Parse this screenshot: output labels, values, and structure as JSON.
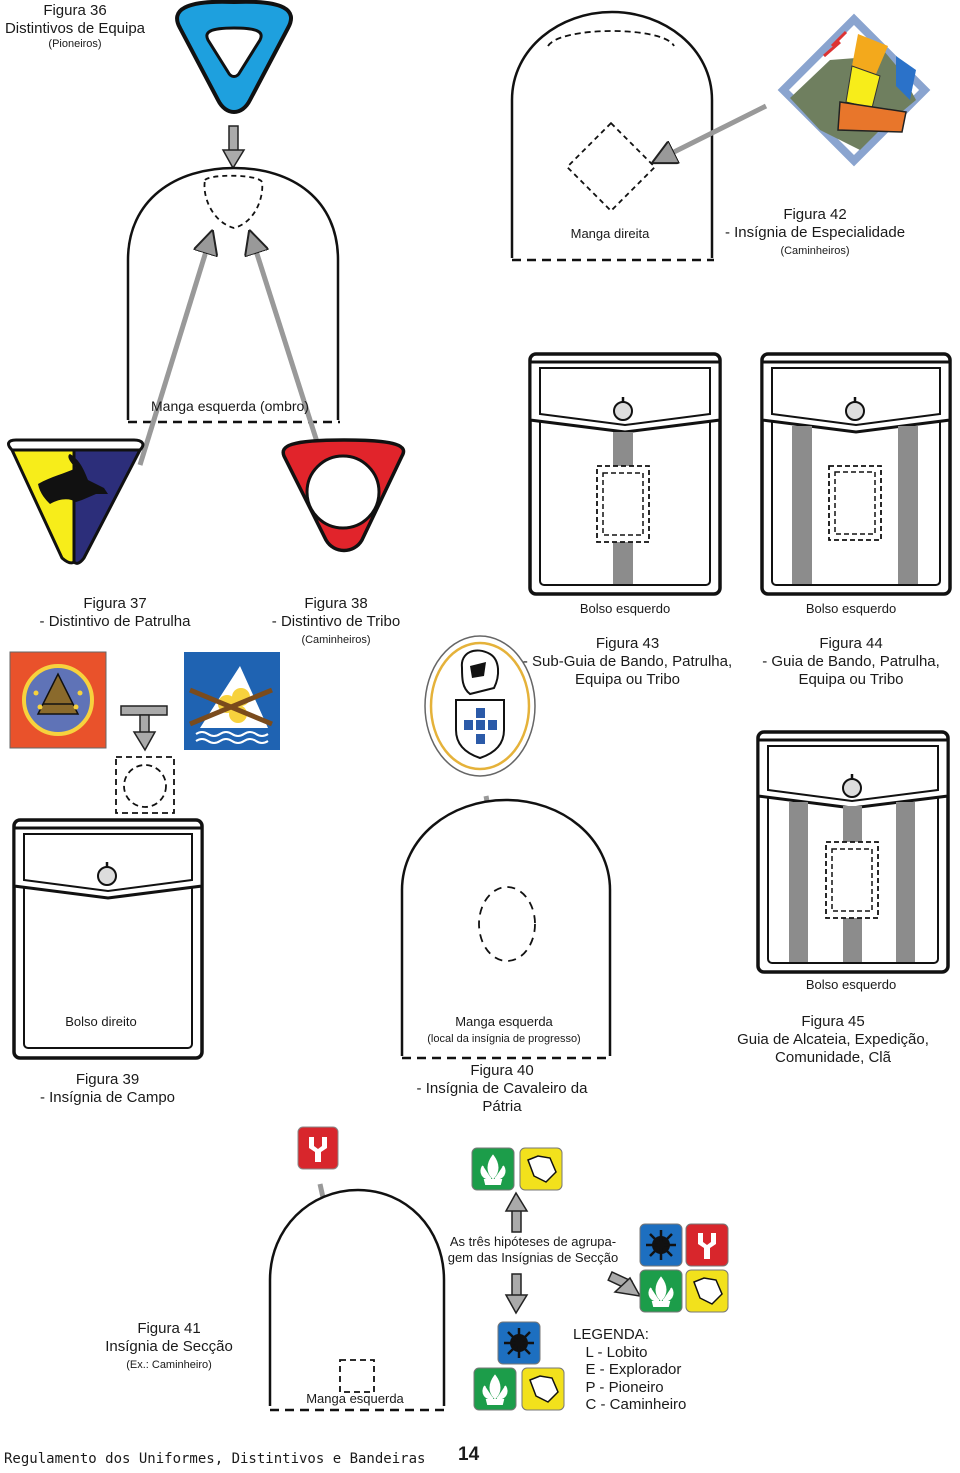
{
  "figures": {
    "fig36": {
      "line1": "Figura 36",
      "line2": "Distintivos de Equipa",
      "sub": "(Pioneiros)"
    },
    "fig37": {
      "line1": "Figura 37",
      "line2": "- Distintivo de Patrulha"
    },
    "fig38": {
      "line1": "Figura 38",
      "line2": "- Distintivo de Tribo",
      "sub": "(Caminheiros)"
    },
    "fig39": {
      "line1": "Figura 39",
      "line2": "- Insígnia de Campo"
    },
    "fig40": {
      "line1": "Figura 40",
      "line2": "- Insígnia de Cavaleiro da",
      "line3": "Pátria"
    },
    "fig41": {
      "line1": "Figura 41",
      "line2": "Insígnia de Secção",
      "sub": "(Ex.: Caminheiro)"
    },
    "fig42": {
      "line1": "Figura 42",
      "line2": "- Insígnia de Especialidade",
      "sub": "(Caminheiros)"
    },
    "fig43": {
      "line1": "Figura 43",
      "line2": "- Sub-Guia de Bando, Patrulha,",
      "line3": "Equipa ou Tribo"
    },
    "fig44": {
      "line1": "Figura 44",
      "line2": "- Guia de Bando, Patrulha,",
      "line3": "Equipa ou Tribo"
    },
    "fig45": {
      "line1": "Figura 45",
      "line2": "Guia de Alcateia, Expedição,",
      "line3": "Comunidade, Clã"
    }
  },
  "labels": {
    "manga_esquerda_ombro": "Manga esquerda (ombro)",
    "manga_direita": "Manga direita",
    "bolso_esquerdo": "Bolso esquerdo",
    "bolso_direito": "Bolso direito",
    "manga_esquerda": "Manga esquerda",
    "local_progresso": "(local da insígnia de progresso)",
    "hipoteses_1": "As três hipóteses de agrupa-",
    "hipoteses_2": "gem das Insígnias  de Secção"
  },
  "legend": {
    "title": "LEGENDA:",
    "items": [
      "   L - Lobito",
      "   E - Explorador",
      "   P - Pioneiro",
      "   C - Caminheiro"
    ]
  },
  "footer": {
    "text": "Regulamento dos Uniformes, Distintivos e Bandeiras",
    "page": "14"
  },
  "colors": {
    "lobito": "#f2e11c",
    "explorador": "#1c9d4a",
    "pioneiro": "#1d6fc0",
    "caminheiro": "#d8262c",
    "strap_gray": "#8c8c8c",
    "team_blue": "#1ea0de",
    "tribe_red": "#e1242b"
  }
}
